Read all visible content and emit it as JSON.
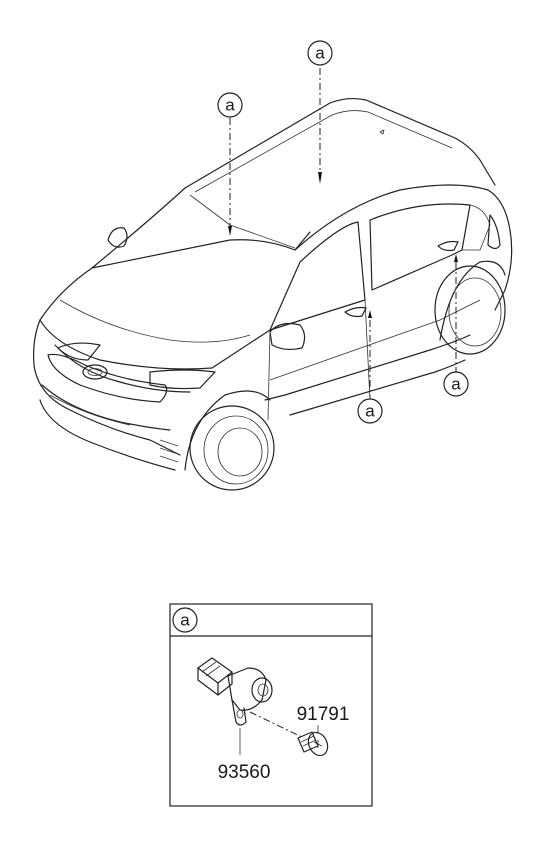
{
  "callout_letter": "a",
  "detail_box": {
    "header_letter": "a",
    "parts": [
      {
        "number": "91791",
        "icon": "screw-icon"
      },
      {
        "number": "93560",
        "icon": "door-switch-icon"
      }
    ]
  }
}
